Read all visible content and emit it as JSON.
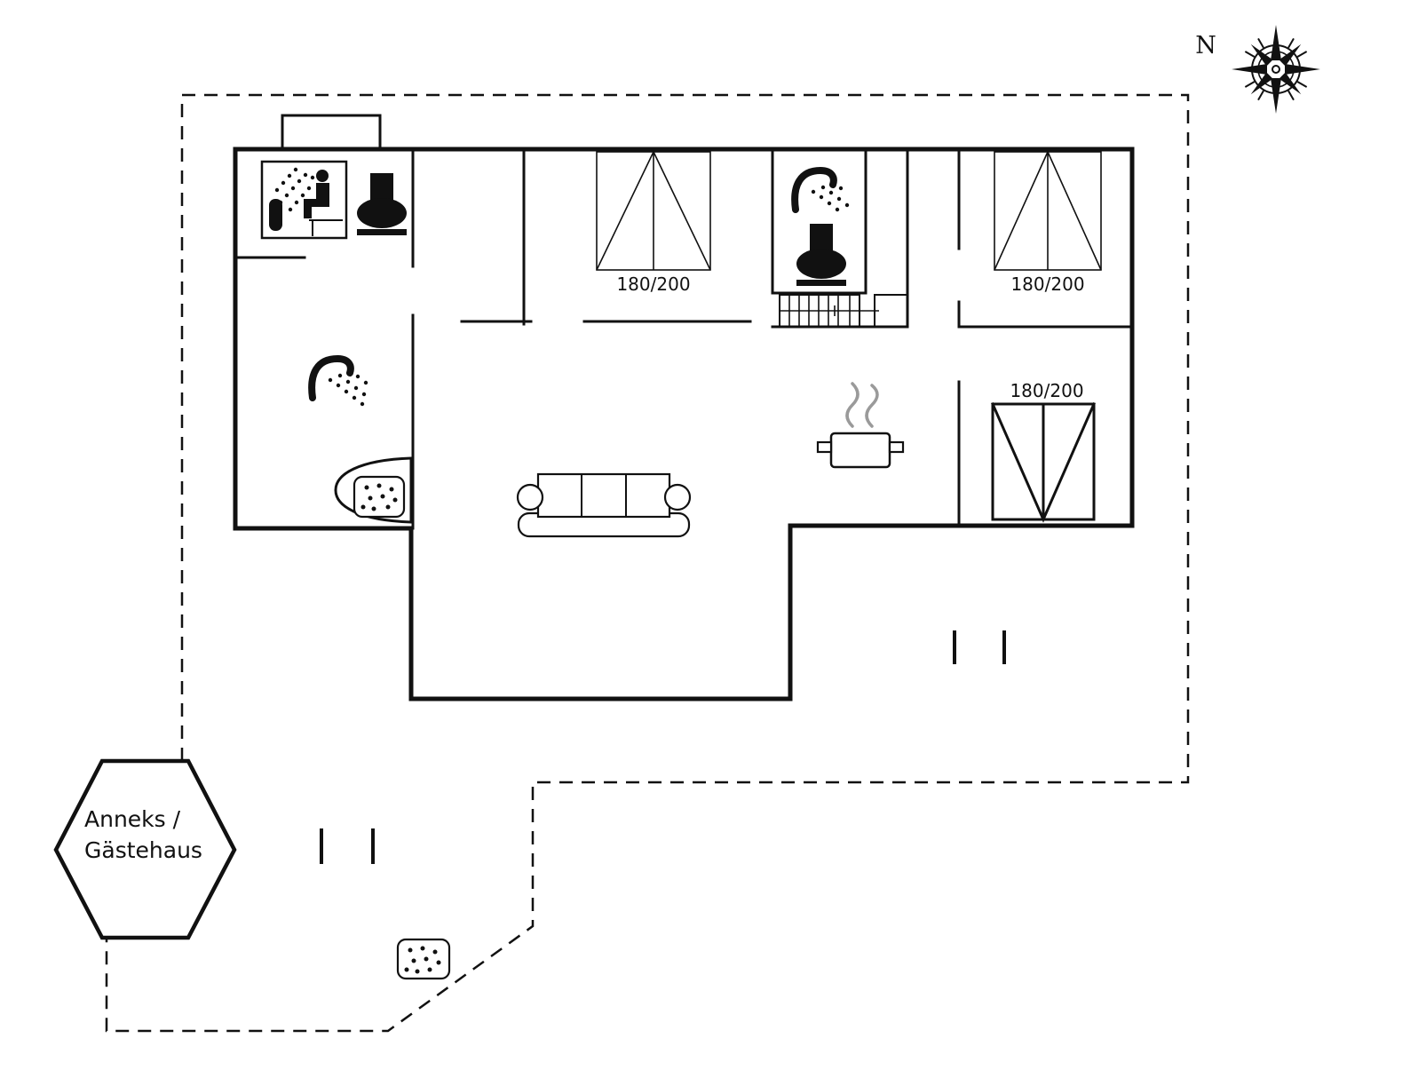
{
  "meta": {
    "type": "holiday-house-floor-plan",
    "background": "#ffffff",
    "line_color": "#111111",
    "steam_color": "#9a9a9a"
  },
  "compass": {
    "label": "N"
  },
  "annex": {
    "line1": "Anneks /",
    "line2": "Gästehaus"
  },
  "beds": [
    {
      "room": "bedroom-top-middle",
      "size": "180/200"
    },
    {
      "room": "bedroom-top-right",
      "size": "180/200"
    },
    {
      "room": "bedroom-bunk",
      "size": "180/200"
    }
  ],
  "icons": [
    "compass-rose-icon",
    "sauna-icon",
    "toilet-icon",
    "shower-icon",
    "double-bed-icon",
    "bunk-bed-icon",
    "sofa-icon",
    "cooking-pot-icon",
    "steam-icon",
    "washbasin-icon",
    "shower-mat-icon",
    "stairs-icon",
    "stepping-stones-icon",
    "terrace-step-marks"
  ]
}
